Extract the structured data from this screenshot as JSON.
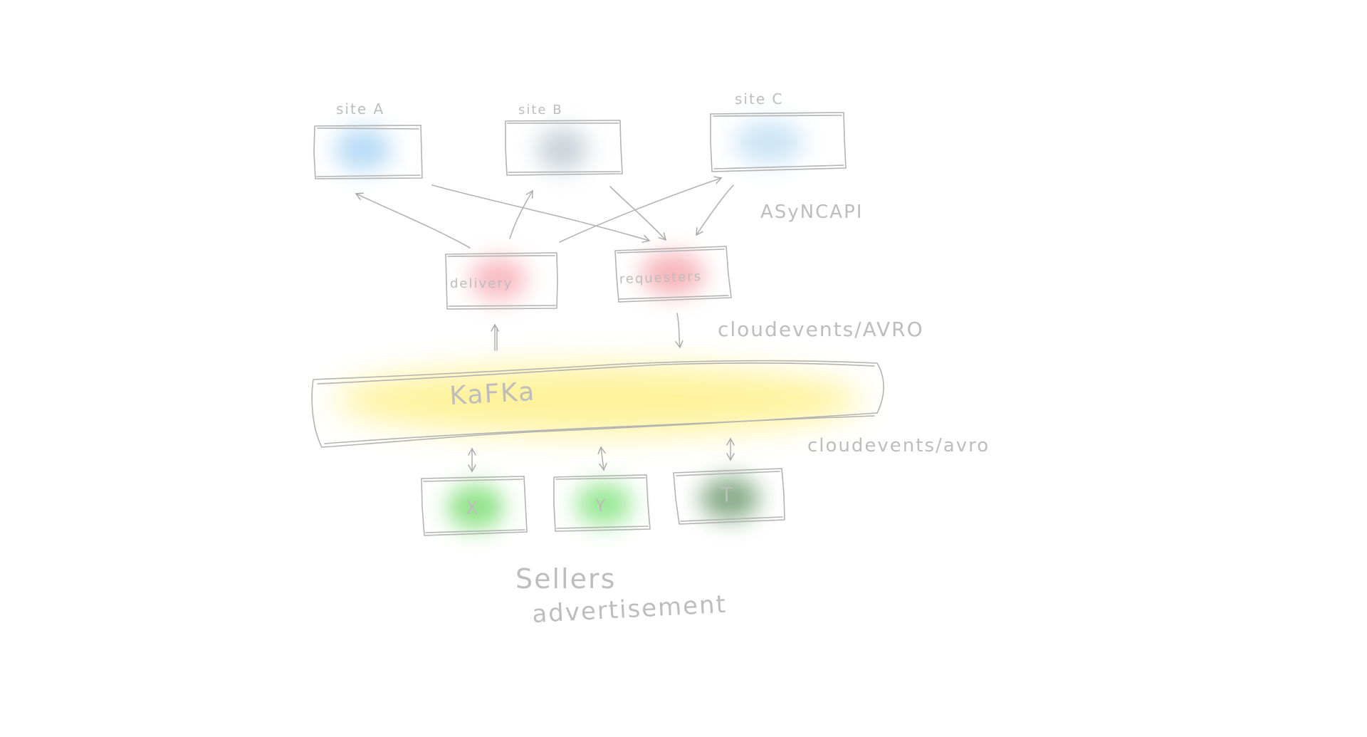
{
  "canvas": {
    "background": "#ffffff",
    "stroke_color": "#b3b3b3",
    "label_color": "#bdbdbd"
  },
  "sites": [
    {
      "id": "site-a",
      "label": "site A",
      "color": "#9fcff3"
    },
    {
      "id": "site-b",
      "label": "site B",
      "color": "#b8c3cc"
    },
    {
      "id": "site-c",
      "label": "site C",
      "color": "#b9dcf3"
    }
  ],
  "services": [
    {
      "id": "delivery",
      "label": "delivery",
      "color": "#f6a3ad"
    },
    {
      "id": "requesters",
      "label": "requesters",
      "color": "#f39aa3"
    }
  ],
  "bus": {
    "label": "KaFKa",
    "color": "#fff08a"
  },
  "sellers": [
    {
      "id": "seller-x",
      "label": "X",
      "color": "#74db6a"
    },
    {
      "id": "seller-y",
      "label": "Y",
      "color": "#7fe27a"
    },
    {
      "id": "seller-t",
      "label": "T",
      "color": "#5d8f5d"
    }
  ],
  "annotations": {
    "asyncapi": "ASyNCAPI",
    "cloudevents_top": "cloudevents/AVRO",
    "cloudevents_bottom": "cloudevents/avro",
    "sellers": "Sellers",
    "advertisement": "advertisement"
  }
}
